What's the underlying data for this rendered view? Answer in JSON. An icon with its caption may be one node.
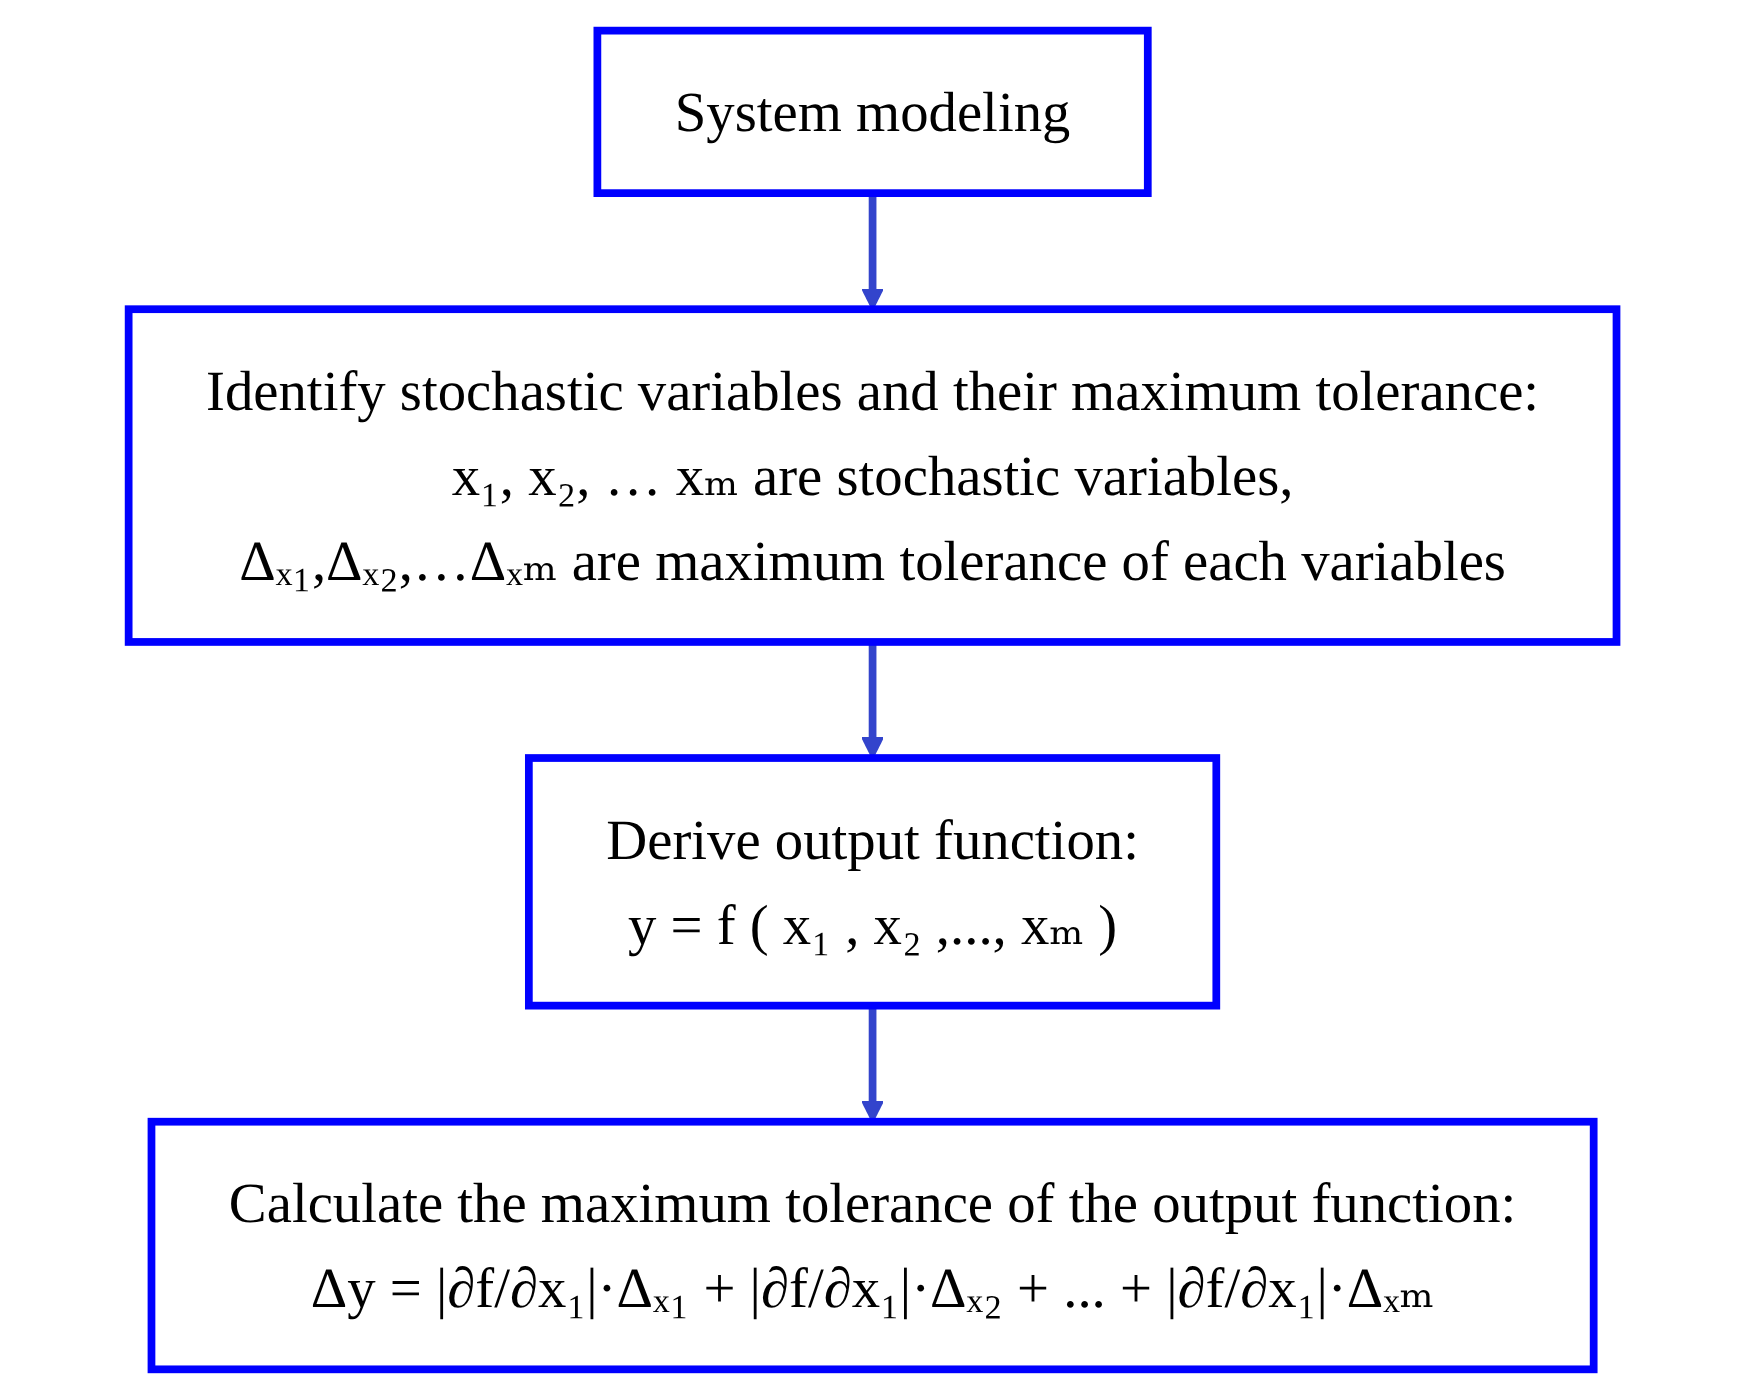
{
  "diagram": {
    "nodes": [
      {
        "text": [
          "System modeling"
        ]
      },
      {
        "text": [
          "Identify stochastic variables and their maximum tolerance:",
          "x₁, x₂, … xₘ are stochastic variables,",
          "Δₓ₁,Δₓ₂,…Δₓₘ are maximum tolerance of each variables"
        ]
      },
      {
        "text": [
          "Derive output function:",
          "y = f ( x₁ , x₂ ,..., xₘ )"
        ]
      },
      {
        "text": [
          "Calculate the maximum tolerance of the output function:",
          "Δy = |∂f/∂x₁|·Δₓ₁ + |∂f/∂x₁|·Δₓ₂ + ... + |∂f/∂x₁|·Δₓₘ"
        ]
      }
    ],
    "edges": [
      {
        "from": 0,
        "to": 1,
        "arrow": "to"
      },
      {
        "from": 1,
        "to": 2,
        "arrow": "to"
      },
      {
        "from": 2,
        "to": 3,
        "arrow": "to"
      }
    ]
  }
}
